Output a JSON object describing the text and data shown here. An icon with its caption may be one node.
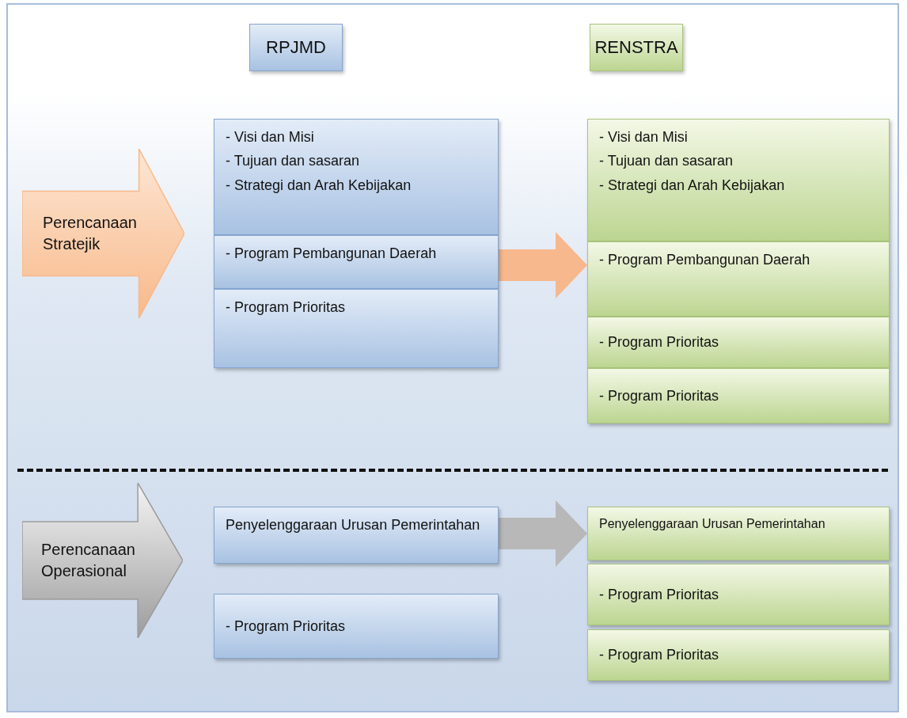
{
  "diagram": {
    "nodes": [
      {
        "text": [
          "RPJMD"
        ]
      },
      {
        "text": [
          "RENSTRA"
        ]
      },
      {
        "text": [
          "Perencanaan Stratejik"
        ]
      },
      {
        "text": [
          "- Visi dan Misi",
          "- Tujuan dan sasaran",
          "- Strategi dan Arah Kebijakan"
        ]
      },
      {
        "text": [
          "- Program Pembangunan Daerah"
        ]
      },
      {
        "text": [
          "- Program Prioritas"
        ]
      },
      {
        "text": [
          "- Visi dan Misi",
          "- Tujuan dan sasaran",
          "- Strategi dan Arah Kebijakan"
        ]
      },
      {
        "text": [
          "- Program Pembangunan Daerah"
        ]
      },
      {
        "text": [
          "- Program Prioritas"
        ]
      },
      {
        "text": [
          "- Program Prioritas"
        ]
      },
      {
        "text": [
          "Perencanaan Operasional"
        ]
      },
      {
        "text": [
          "Penyelenggaraan Urusan Pemerintahan"
        ]
      },
      {
        "text": [
          "- Program Prioritas"
        ]
      },
      {
        "text": [
          "Penyelenggaraan Urusan Pemerintahan"
        ]
      },
      {
        "text": [
          "- Program Prioritas"
        ]
      },
      {
        "text": [
          "- Program Prioritas"
        ]
      }
    ],
    "edges": [
      {
        "from": 4,
        "to": 7,
        "arrow": "to",
        "color": "#f6b88c"
      },
      {
        "from": 11,
        "to": 13,
        "arrow": "to",
        "color": "#b8b8b8"
      }
    ]
  }
}
